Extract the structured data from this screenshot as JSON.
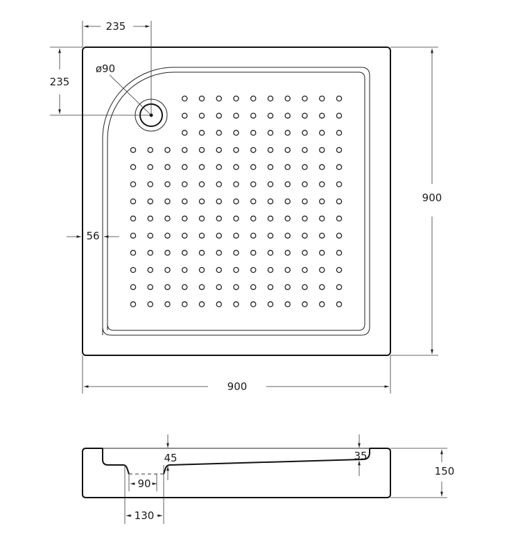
{
  "drawing": {
    "plan_view": {
      "dim_top_drain_offset": "235",
      "dim_left_drain_offset": "235",
      "drain_diameter": "ø90",
      "rim_width": "56",
      "height_dim": "900",
      "width_dim": "900"
    },
    "section_view": {
      "depth_at_drain": "45",
      "depth_at_far_end": "35",
      "total_height": "150",
      "drain_inner_width": "90",
      "drain_outer_width": "130"
    }
  }
}
